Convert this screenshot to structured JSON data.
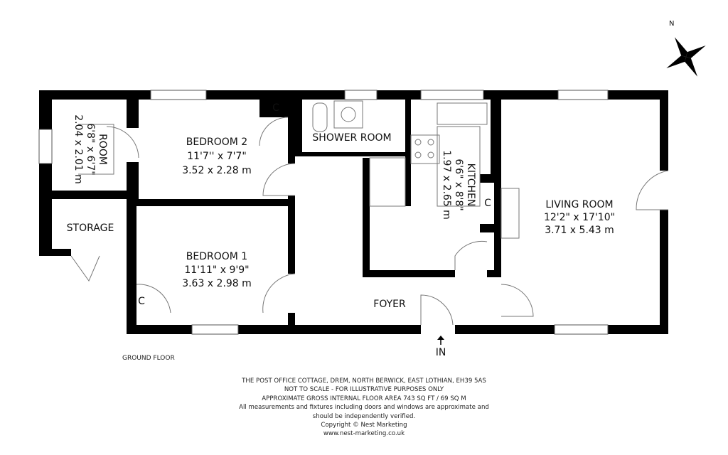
{
  "compass": {
    "north_label": "N"
  },
  "rooms": {
    "small_room": {
      "name": "ROOM",
      "imperial": "6'8\" x 6'7\"",
      "metric": "2.04 x 2.01 m"
    },
    "bedroom2": {
      "name": "BEDROOM 2",
      "imperial": "11'7'' x 7'7\"",
      "metric": "3.52 x 2.28 m"
    },
    "bedroom1": {
      "name": "BEDROOM 1",
      "imperial": "11'11\" x 9'9\"",
      "metric": "3.63 x 2.98 m"
    },
    "shower": {
      "name": "SHOWER ROOM"
    },
    "kitchen": {
      "name": "KITCHEN",
      "imperial": "6'6\" x 8'8\"",
      "metric": "1.97 x 2.65 m"
    },
    "living": {
      "name": "LIVING ROOM",
      "imperial": "12'2\" x 17'10\"",
      "metric": "3.71 x 5.43 m"
    },
    "storage": {
      "name": "STORAGE"
    },
    "foyer": {
      "name": "FOYER"
    }
  },
  "cupboard_label": "C",
  "entrance_label": "IN",
  "floor_label": "GROUND FLOOR",
  "footer": [
    "THE POST OFFICE COTTAGE, DREM, NORTH BERWICK, EAST LOTHIAN, EH39 5AS",
    "NOT TO SCALE - FOR ILLUSTRATIVE PURPOSES ONLY",
    "APPROXIMATE GROSS INTERNAL FLOOR AREA 743 SQ FT / 69 SQ M",
    "All measurements and fixtures including doors and windows are approximate and",
    "should be independently verified.",
    "Copyright © Nest Marketing",
    "www.nest-marketing.co.uk"
  ]
}
